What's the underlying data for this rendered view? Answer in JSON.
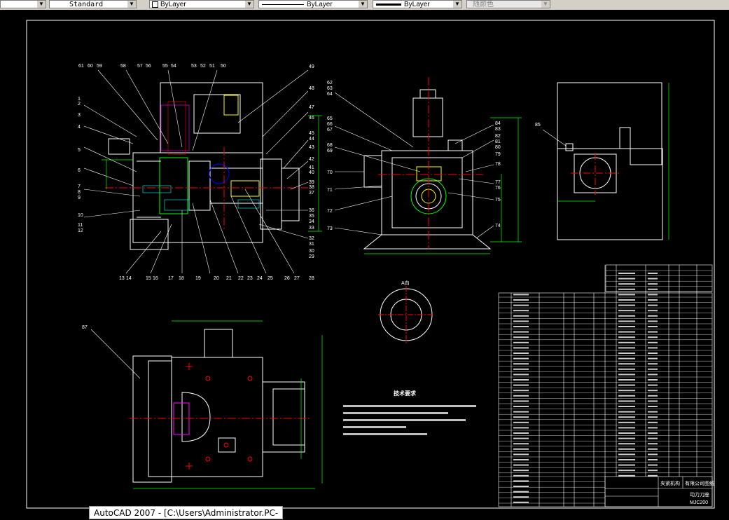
{
  "toolbar": {
    "text_style": "Standard",
    "layer_color": "ByLayer",
    "linetype": "ByLayer",
    "lineweight": "ByLayer",
    "plot_style": "随颜色"
  },
  "drawing": {
    "tech_title": "技术要求",
    "title_block": {
      "name": "夹紧机构",
      "company": "有限公司图纸",
      "sheet": "动力刀座",
      "code": "MJC200"
    },
    "section_label": "A向",
    "part_label": "87",
    "top_balloons": [
      "61",
      "60",
      "59",
      "58",
      "57",
      "56",
      "55",
      "54",
      "53",
      "52",
      "51",
      "50"
    ],
    "left_balloons": [
      "1",
      "2",
      "3",
      "4",
      "5",
      "6",
      "7",
      "8",
      "9",
      "10",
      "11",
      "12"
    ],
    "bottom_balloons": [
      "13",
      "14",
      "15",
      "16",
      "17",
      "18",
      "19",
      "20",
      "21",
      "22",
      "23",
      "24",
      "25",
      "26",
      "27",
      "28"
    ],
    "right_balloons": [
      "49",
      "48",
      "47",
      "46",
      "45",
      "44",
      "43",
      "42",
      "41",
      "40",
      "39",
      "38",
      "37",
      "36",
      "35",
      "34",
      "33",
      "32",
      "31",
      "30",
      "29"
    ],
    "mid_left_balloons": [
      "62",
      "63",
      "64",
      "65",
      "66",
      "67",
      "68",
      "69",
      "70",
      "71",
      "72",
      "73"
    ],
    "mid_right_balloons": [
      "84",
      "83",
      "82",
      "81",
      "80",
      "79",
      "78",
      "77",
      "76",
      "75",
      "74"
    ],
    "side_balloon": "85"
  },
  "status": {
    "window_title": "AutoCAD 2007 - [C:\\Users\\Administrator.PC-"
  }
}
